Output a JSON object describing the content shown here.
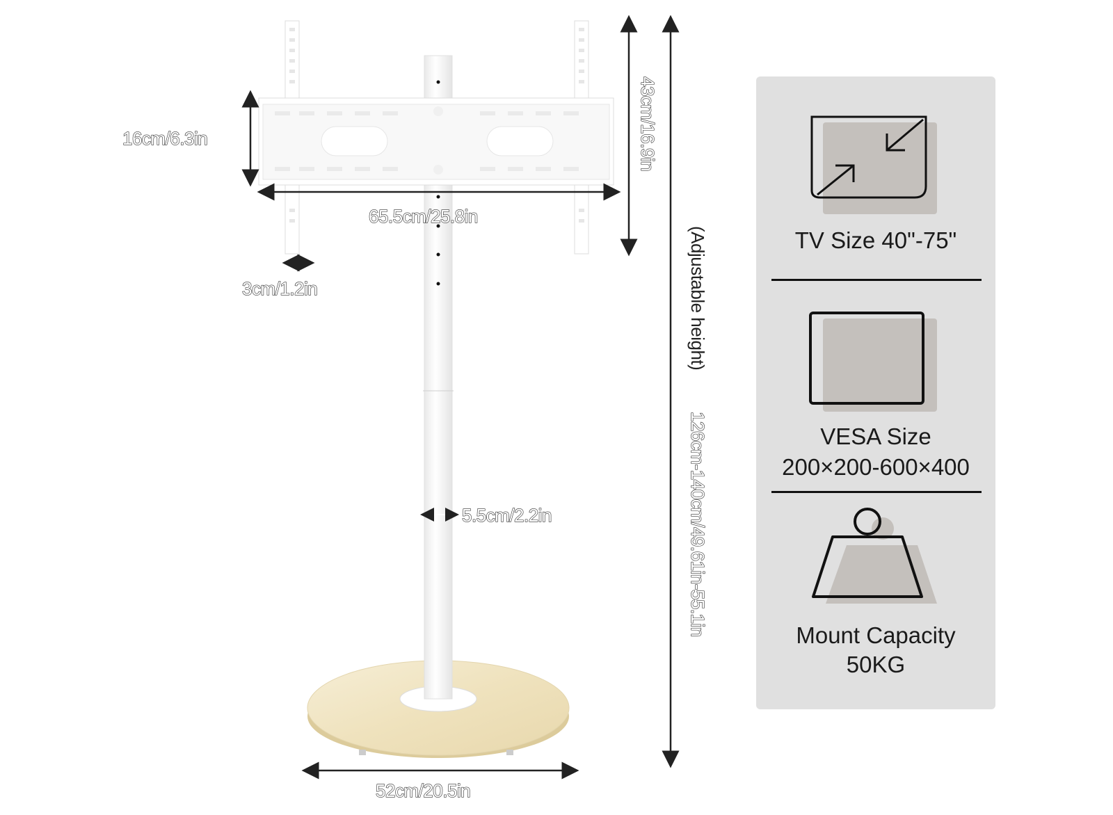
{
  "dimensions": {
    "bracket_height": "16cm/6.3in",
    "bracket_width": "65.5cm/25.8in",
    "arm_width": "3cm/1.2in",
    "mount_height": "43cm/16.9in",
    "total_height": "126cm-140cm/49.61in-55.1in",
    "adjustable_note": "(Adjustable height)",
    "pole_diameter": "5.5cm/2.2in",
    "base_diameter": "52cm/20.5in"
  },
  "specs": {
    "tv_size": "TV Size 40\"-75\"",
    "vesa_label": "VESA Size",
    "vesa_value": "200×200-600×400",
    "capacity_label": "Mount Capacity",
    "capacity_value": "50KG"
  },
  "icons": {
    "tv_size": "resize-arrows-icon",
    "vesa": "square-screen-icon",
    "capacity": "weight-icon"
  },
  "colors": {
    "panel": "#e0e0e0",
    "shadow": "#c4c0bc",
    "wood": "#f1e6c6"
  }
}
